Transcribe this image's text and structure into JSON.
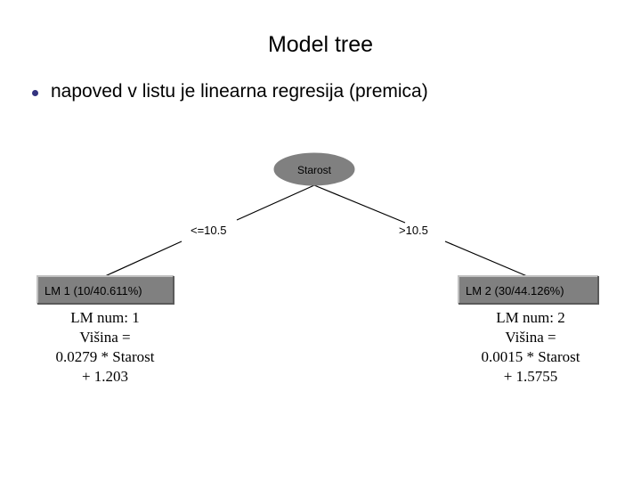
{
  "slide": {
    "title": "Model tree",
    "bullets": [
      "napoved v listu je linearna regresija (premica)"
    ],
    "bullet_color": "#33337f"
  },
  "tree": {
    "root": {
      "label": "Starost",
      "shape": "ellipse",
      "fill": "#808080",
      "text_color": "#000000"
    },
    "edges": [
      {
        "label": "<=10.5",
        "side": "left"
      },
      {
        "label": ">10.5",
        "side": "right"
      }
    ],
    "leaves": [
      {
        "box_label": "LM 1 (10/40.611%)",
        "box_fill": "#808080",
        "model_lines": [
          "LM num: 1",
          "Višina =",
          "0.0279 * Starost",
          "+ 1.203"
        ]
      },
      {
        "box_label": "LM 2 (30/44.126%)",
        "box_fill": "#808080",
        "model_lines": [
          "LM num: 2",
          "Višina =",
          "0.0015 * Starost",
          "+ 1.5755"
        ]
      }
    ]
  }
}
